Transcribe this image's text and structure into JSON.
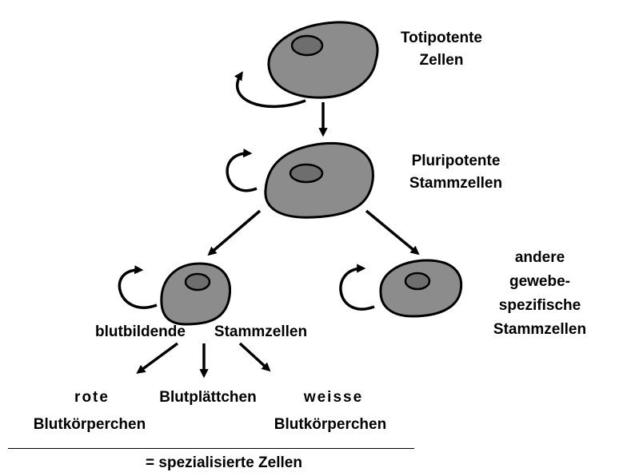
{
  "nodes": {
    "totipotent": {
      "line1": "Totipotente",
      "line2": "Zellen"
    },
    "pluripotent": {
      "line1": "Pluripotente",
      "line2": "Stammzellen"
    },
    "other": {
      "line1": "andere",
      "line2": "gewebe-",
      "line3": "spezifische",
      "line4": "Stammzellen"
    },
    "blood_stem": {
      "word1": "blutbildende",
      "word2": "Stammzellen"
    },
    "red": {
      "line1": "rote",
      "line2": "Blutkörperchen"
    },
    "platelets": {
      "line1": "Blutplättchen"
    },
    "white": {
      "line1": "weisse",
      "line2": "Blutkörperchen"
    }
  },
  "footer": {
    "caption": "= spezialisierte Zellen"
  },
  "colors": {
    "cell_fill": "#8c8c8c",
    "nucleus_fill": "#6e6e6e",
    "stroke": "#000000"
  }
}
